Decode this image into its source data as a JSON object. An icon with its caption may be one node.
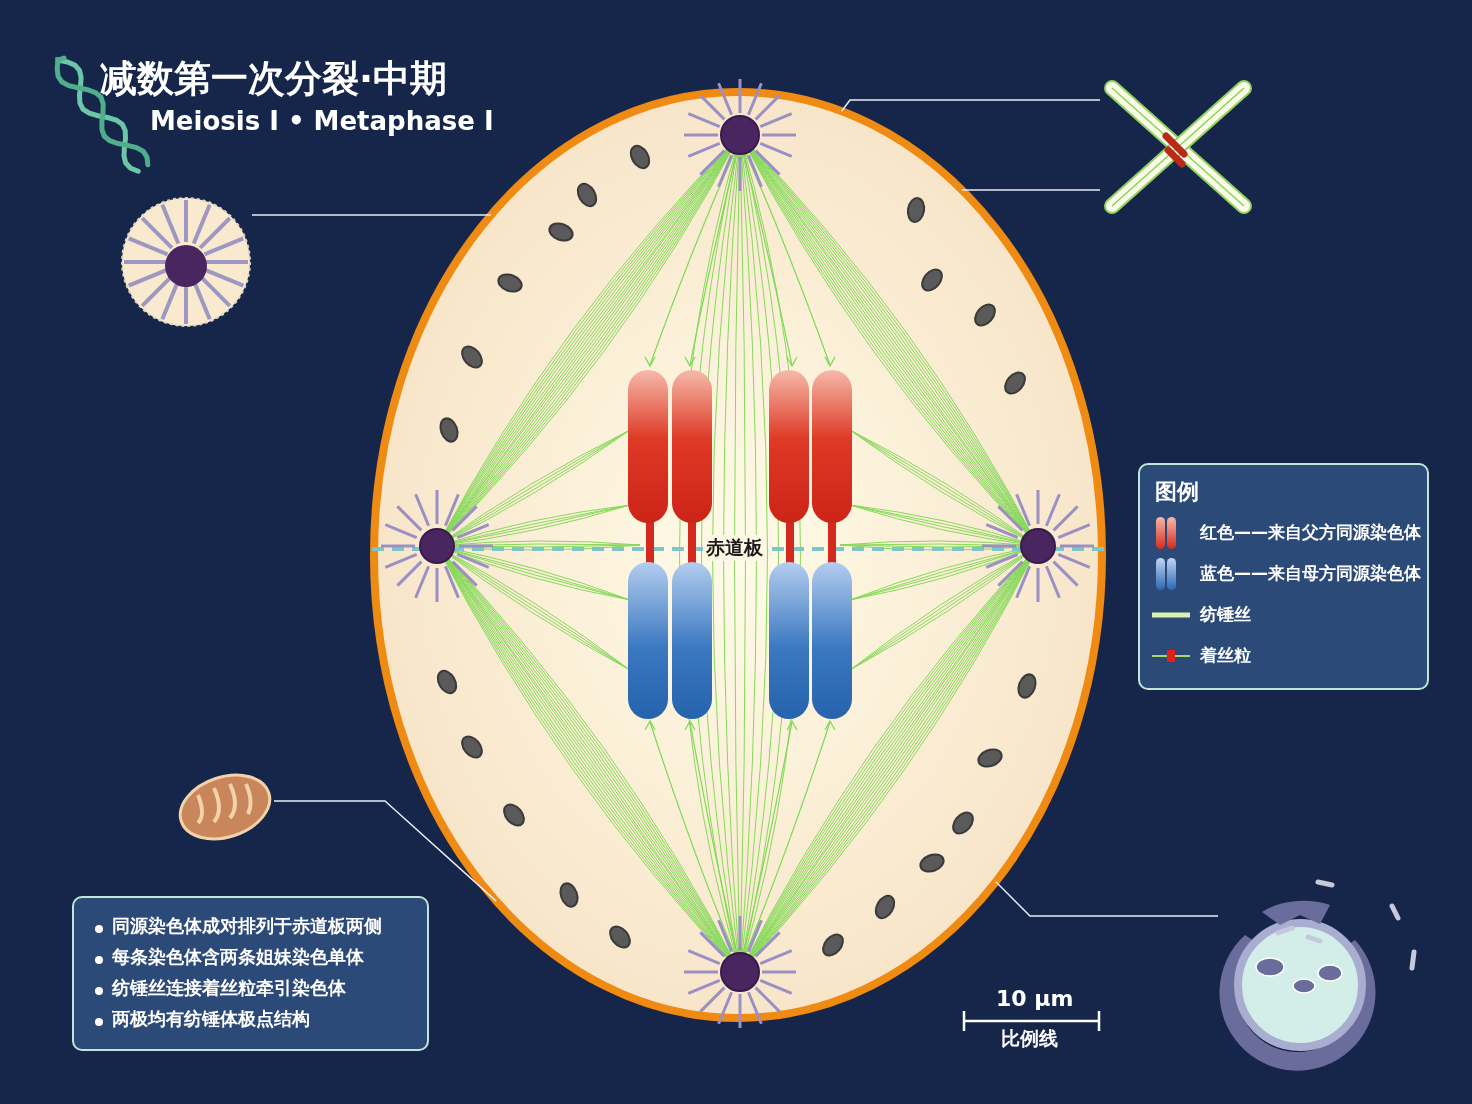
{
  "diagram": {
    "title": "减数第一次分裂·中期",
    "nodes": [
      {
        "text": [],
        "shape": "ellipse"
      },
      {
        "text": [],
        "shape": "picture"
      },
      {
        "text": [],
        "shape": "picture"
      },
      {
        "text": [],
        "shape": "picture"
      },
      {
        "text": [],
        "shape": "picture"
      }
    ],
    "edges": [
      {
        "from": 1,
        "to": 0,
        "arrow": "none"
      },
      {
        "from": 2,
        "to": 0,
        "arrow": "none"
      },
      {
        "from": 2,
        "to": 0,
        "arrow": "none"
      },
      {
        "from": 3,
        "to": 0,
        "arrow": "none"
      },
      {
        "from": 4,
        "to": 0,
        "arrow": "none"
      }
    ],
    "labels": [
      "Meiosis I • Metaphase I",
      "赤道板",
      "图例",
      "同源染色体成对排列于赤道板两侧",
      "每条染色体含两条姐妹染色单体",
      "纺锤丝连接着丝粒牵引染色体",
      "两极均有纺锤体极点结构",
      "10 μm",
      "比例线"
    ],
    "legend": [
      {
        "text": "红色——来自父方同源染色体"
      },
      {
        "text": "蓝色——来自母方同源染色体"
      },
      {
        "text": "纺锤丝"
      },
      {
        "text": "着丝粒"
      }
    ]
  }
}
